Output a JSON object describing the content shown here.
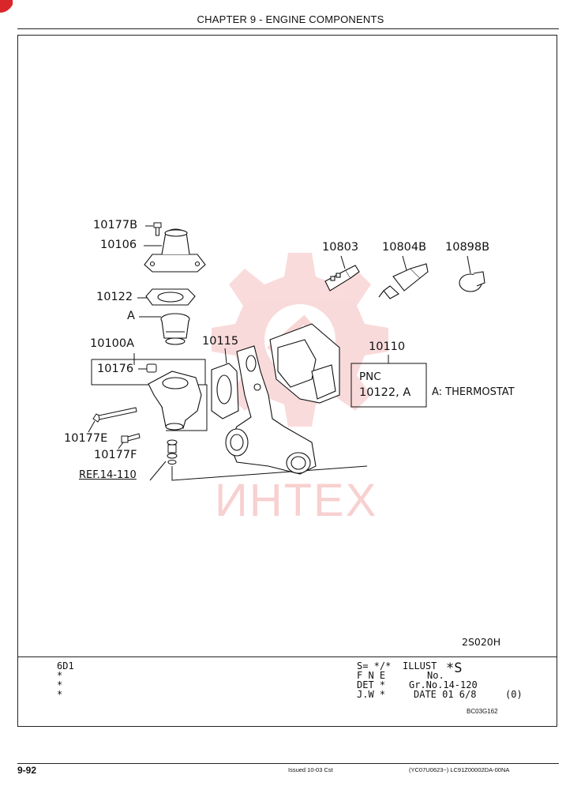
{
  "header": {
    "chapter": "CHAPTER 9 - ENGINE COMPONENTS"
  },
  "watermark": {
    "text": "ИНТЕХ",
    "color": "#e85a5a"
  },
  "labels": {
    "p10177B": "10177B",
    "p10106": "10106",
    "p10122": "10122",
    "pA": "A",
    "p10100A": "10100A",
    "p10176": "10176",
    "p10115": "10115",
    "p10177E": "10177E",
    "p10177F": "10177F",
    "ref": "REF.14-110",
    "p10803": "10803",
    "p10804B": "10804B",
    "p10898B": "10898B",
    "p10110": "10110",
    "pnc_title": "PNC",
    "pnc_value": "10122, A",
    "legend": "A: THERMOSTAT",
    "illus_code": "2S020H"
  },
  "info_block": {
    "model": "6D1",
    "stars": [
      "*",
      "*",
      "*"
    ],
    "col1": [
      "S= */*",
      "F N E",
      "DET *",
      "J.W *"
    ],
    "illust_label": "ILLUST",
    "no_label": "No.",
    "illust_no": "*S",
    "group_no": "Gr.No.14-120",
    "date": "DATE 01 6/8",
    "rev": "(0)",
    "code": "BC03G162"
  },
  "footer": {
    "page": "9-92",
    "issued": "Issued 10-03   Cst",
    "ref": "(YC07U0623~)   LC91Z00002DA-00NA"
  }
}
